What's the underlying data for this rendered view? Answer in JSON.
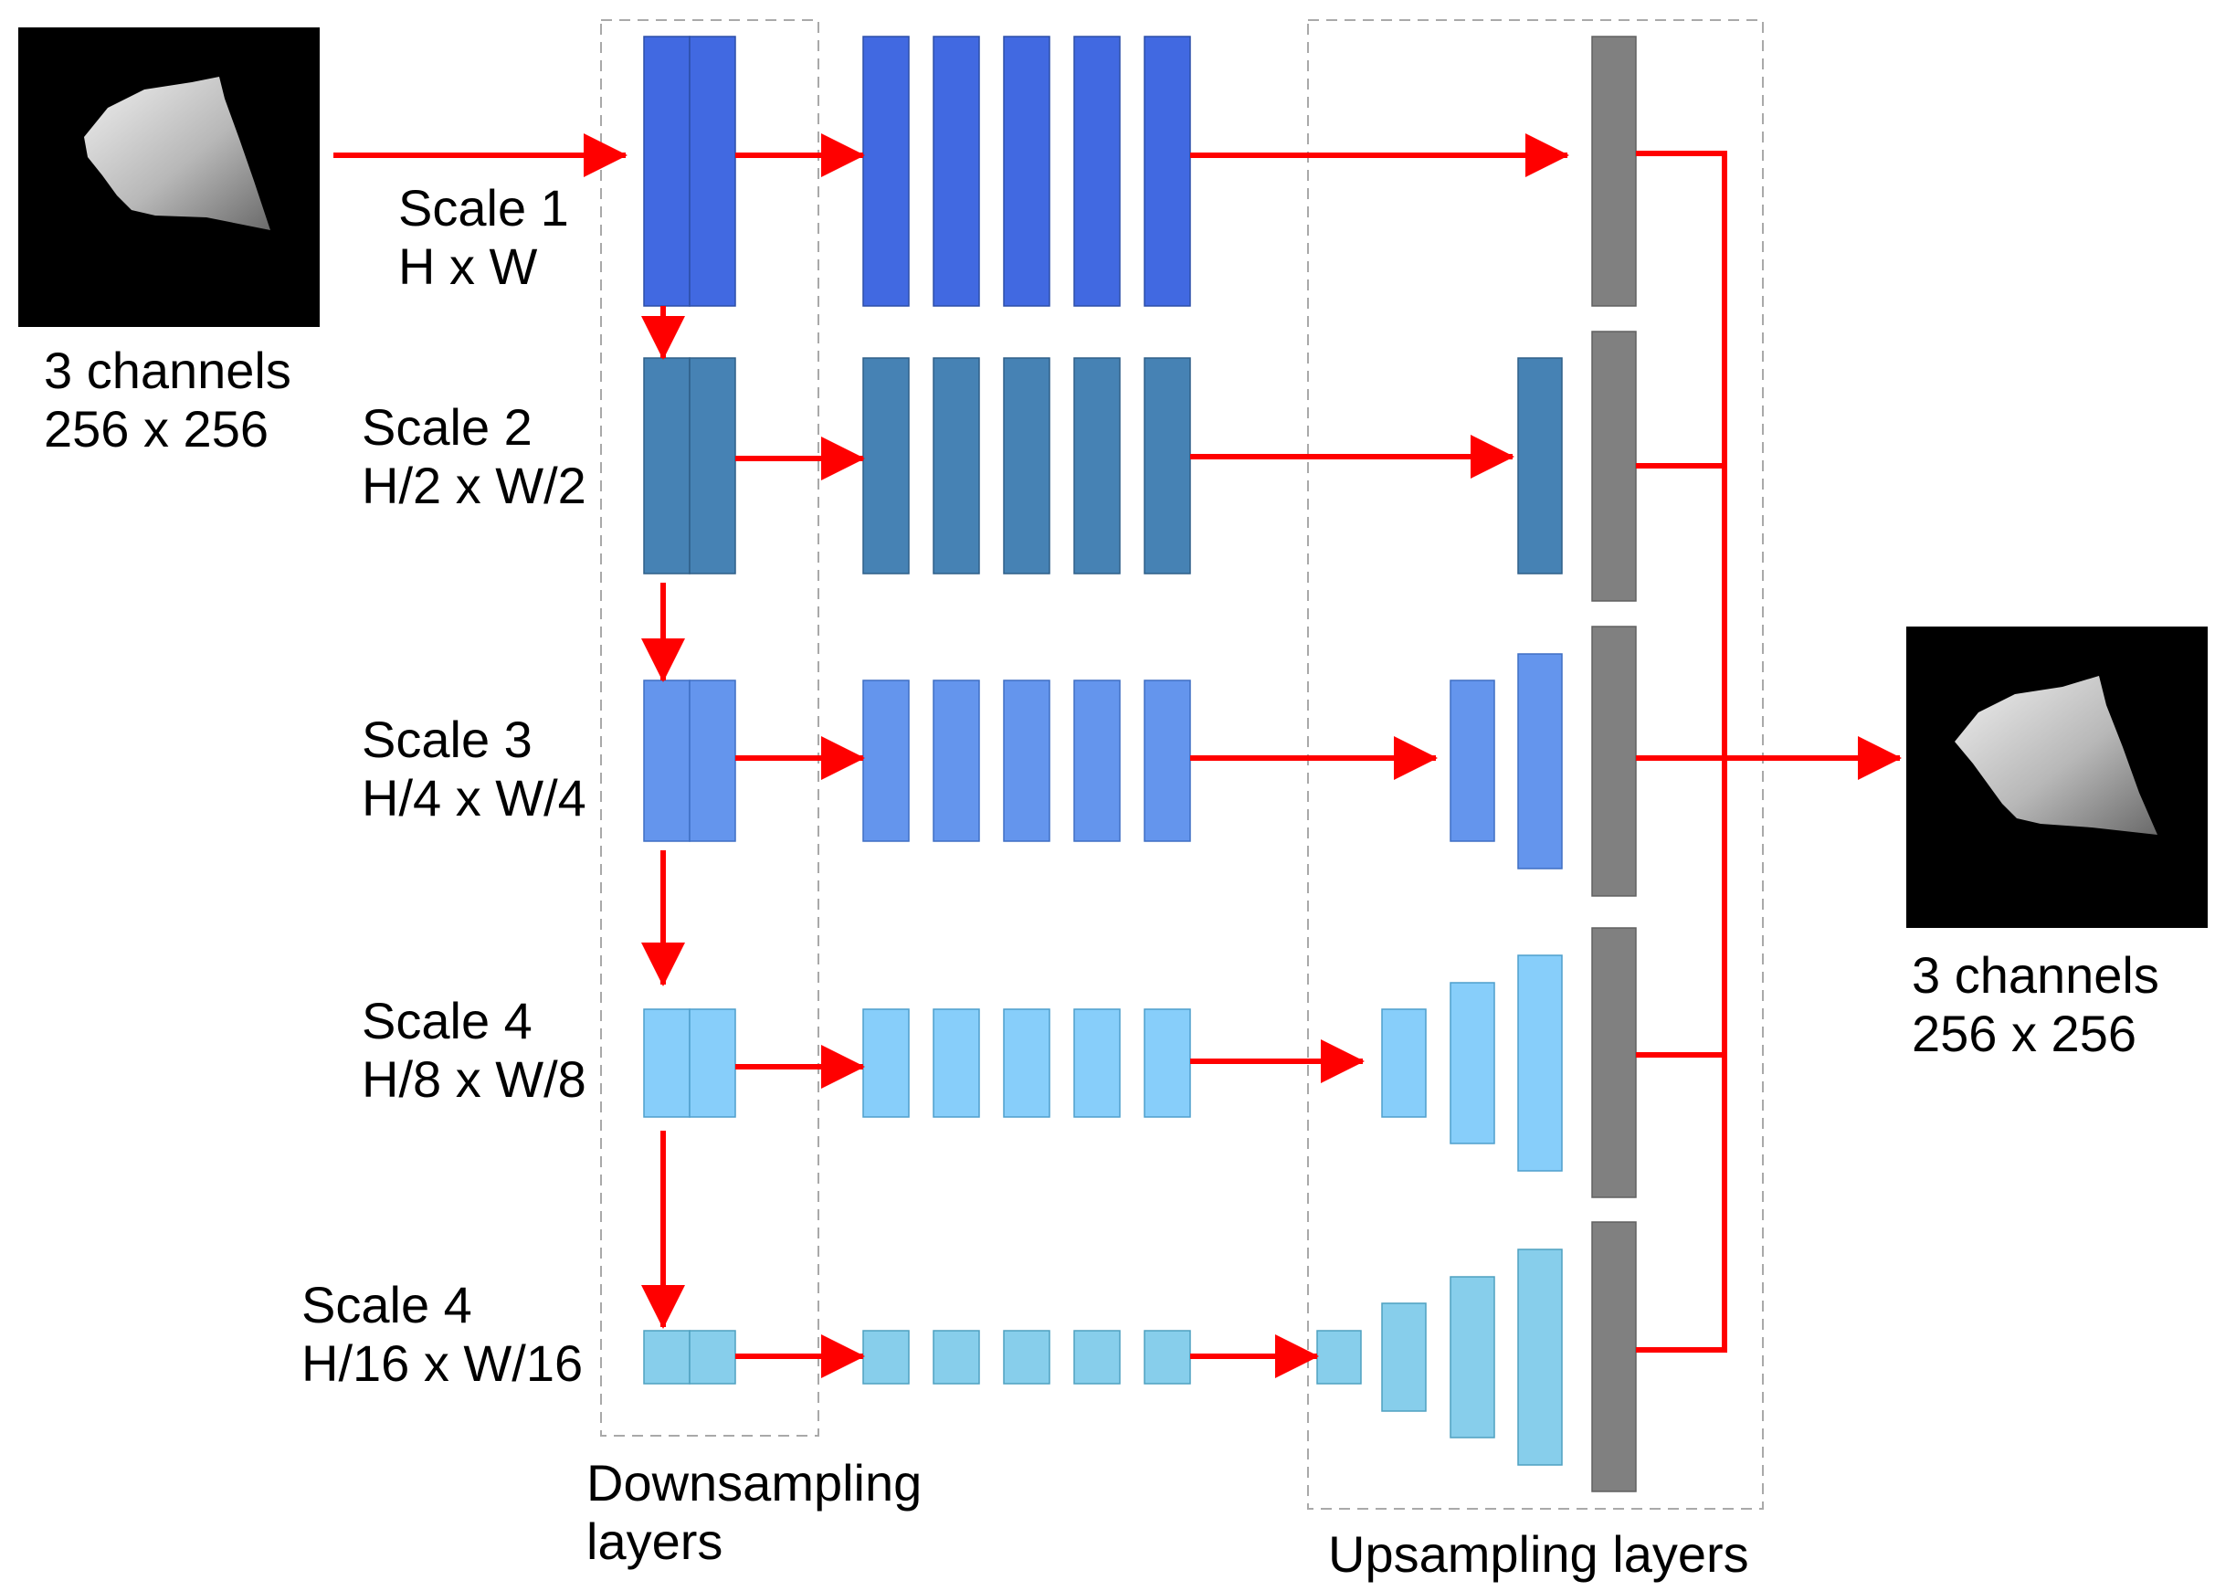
{
  "input": {
    "channels_text": "3 channels",
    "size_text": "256 x 256"
  },
  "output": {
    "channels_text": "3 channels",
    "size_text": "256 x 256"
  },
  "scales": [
    {
      "name": "Scale 1",
      "size": "H x W",
      "color": "#4169E1"
    },
    {
      "name": "Scale 2",
      "size": "H/2 x W/2",
      "color": "#4682B4"
    },
    {
      "name": "Scale 3",
      "size": "H/4 x W/4",
      "color": "#6495ED"
    },
    {
      "name": "Scale 4",
      "size": "H/8 x W/8",
      "color": "#87CEFA"
    },
    {
      "name": "Scale 4",
      "size": "H/16 x W/16",
      "color": "#87CEEB"
    }
  ],
  "downsampling_label": {
    "line1": "Downsampling",
    "line2": "layers"
  },
  "upsampling_label": "Upsampling layers",
  "colors": {
    "arrow": "#FF0000",
    "merge_block": "#808080",
    "dashed_border": "#A9A9A9",
    "image_background": "#000000"
  }
}
